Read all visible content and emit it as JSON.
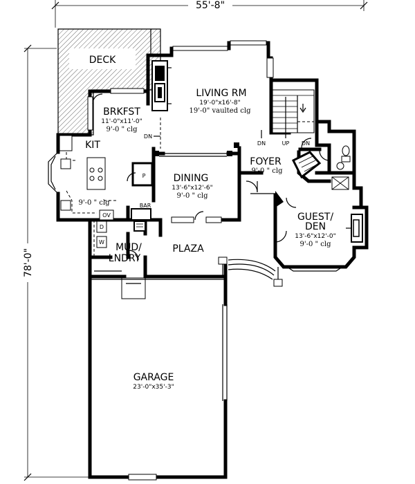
{
  "dimensions": {
    "overall_width": "55'-8\"",
    "overall_depth": "78'-0\""
  },
  "rooms": {
    "deck": {
      "name": "DECK"
    },
    "living": {
      "name": "LIVING RM",
      "size": "19'-0\"x16'-8\"",
      "ceiling": "19'-0\" vaulted clg"
    },
    "brkfst": {
      "name": "BRKFST",
      "size": "11'-0\"x11'-0\"",
      "ceiling": "9'-0 \" clg"
    },
    "kit": {
      "name": "KIT",
      "ceiling": "9'-0 \" clg"
    },
    "dining": {
      "name": "DINING",
      "size": "13'-6\"x12'-6\"",
      "ceiling": "9'-0 \" clg"
    },
    "foyer": {
      "name": "FOYER",
      "ceiling": "9'-0 \" clg"
    },
    "guest": {
      "name_line1": "GUEST/",
      "name_line2": "DEN",
      "size": "13'-6\"x12'-0\"",
      "ceiling": "9'-0 \" clg"
    },
    "mud": {
      "name_line1": "MUD/",
      "name_line2": "LNDRY"
    },
    "plaza": {
      "name": "PLAZA"
    },
    "garage": {
      "name": "GARAGE",
      "size": "23'-0\"x35'-3\""
    }
  },
  "labels": {
    "dn_living": "DN",
    "dn_stair": "DN",
    "up_stair": "UP",
    "dn_foyer": "DN",
    "bar": "BAR",
    "pantry": "P",
    "oven": "OV",
    "dryer": "D",
    "washer": "W"
  }
}
